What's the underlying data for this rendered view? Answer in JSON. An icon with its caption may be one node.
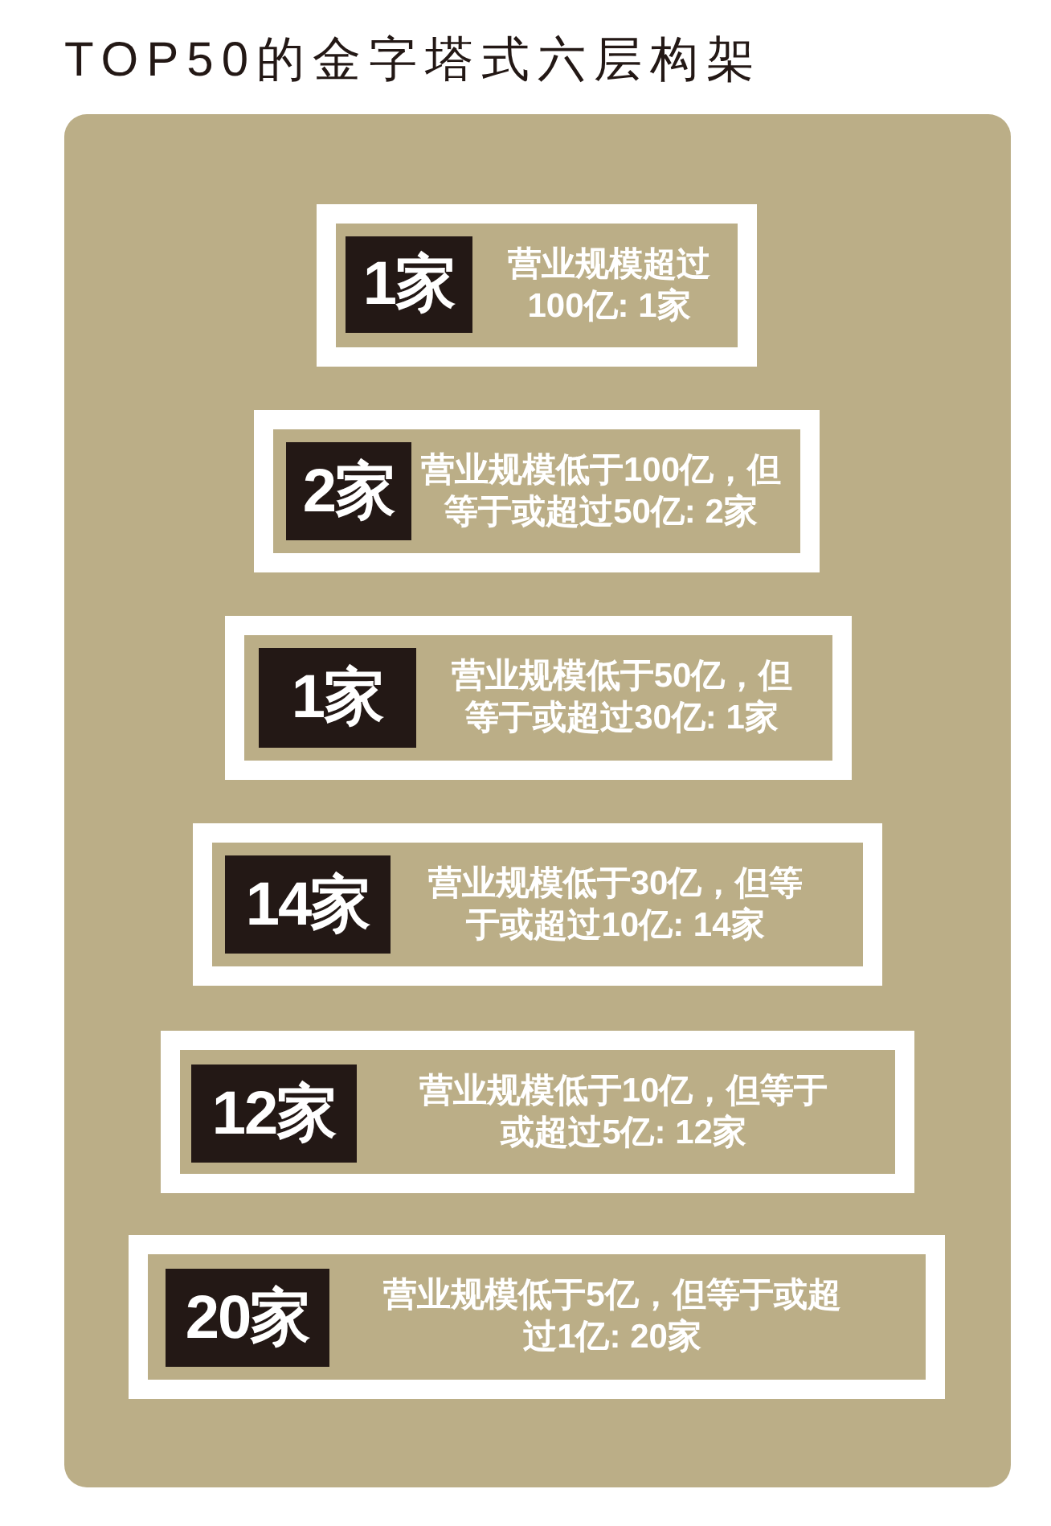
{
  "diagram": {
    "title": "TOP50的金字塔式六层构架",
    "nodes": [
      {
        "text": [
          "营业规模超过100亿: 1家"
        ]
      },
      {
        "text": [
          "1家"
        ],
        "in": 0
      },
      {
        "text": [
          "营业规模低于100亿，但等于或超过50亿: 2家"
        ]
      },
      {
        "text": [
          "2家"
        ],
        "in": 2
      },
      {
        "text": [
          "营业规模低于50亿，但等于或超过30亿: 1家"
        ]
      },
      {
        "text": [
          "1家"
        ],
        "in": 4
      },
      {
        "text": [
          "营业规模低于30亿，但等于或超过10亿: 14家"
        ]
      },
      {
        "text": [
          "14家"
        ],
        "in": 6
      },
      {
        "text": [
          "营业规模低于10亿，但等于或超过5亿: 12家"
        ]
      },
      {
        "text": [
          "12家"
        ],
        "in": 8
      },
      {
        "text": [
          "营业规模低于5亿，但等于或超过1亿: 20家"
        ]
      },
      {
        "text": [
          "20家"
        ],
        "in": 10
      }
    ]
  }
}
